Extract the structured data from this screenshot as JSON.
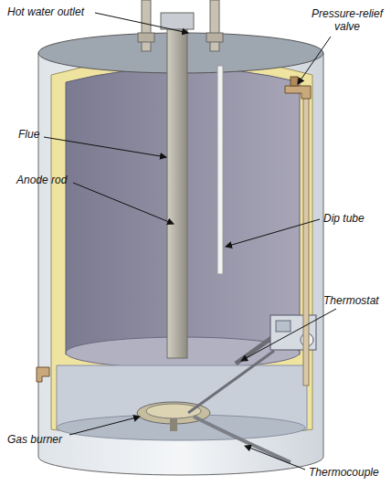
{
  "diagram": {
    "labels": [
      "Hot water outlet",
      "Pressure-relief valve",
      "Flue",
      "Anode rod",
      "Dip tube",
      "Thermostat",
      "Gas burner",
      "Thermocouple"
    ]
  }
}
